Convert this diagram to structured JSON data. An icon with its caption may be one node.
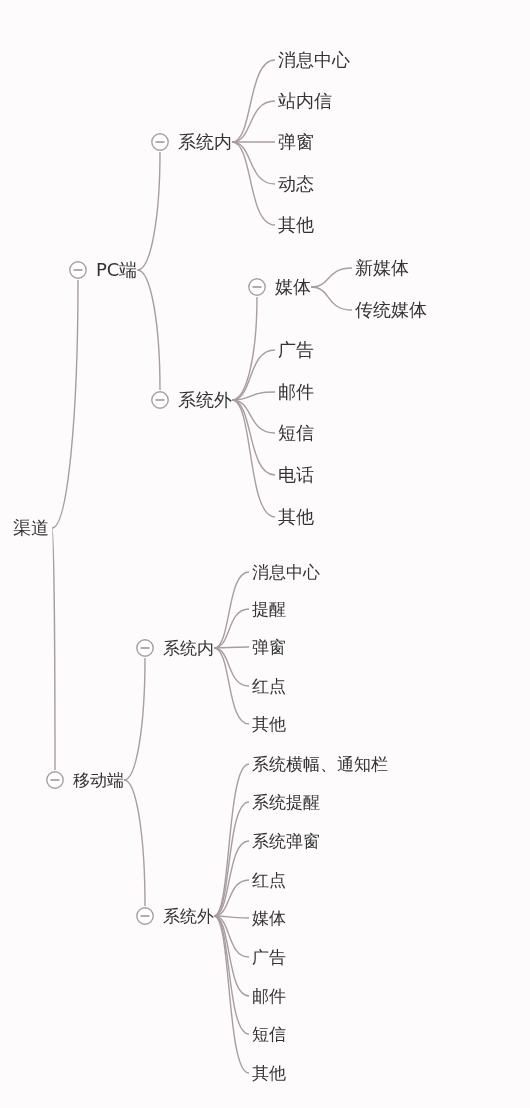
{
  "diagram": {
    "nodes": [
      {
        "text": [
          "渠道"
        ]
      },
      {
        "text": [
          "PC端"
        ]
      },
      {
        "text": [
          "系统内"
        ]
      },
      {
        "text": [
          "消息中心"
        ]
      },
      {
        "text": [
          "站内信"
        ]
      },
      {
        "text": [
          "弹窗"
        ]
      },
      {
        "text": [
          "动态"
        ]
      },
      {
        "text": [
          "其他"
        ]
      },
      {
        "text": [
          "系统外"
        ]
      },
      {
        "text": [
          "媒体"
        ]
      },
      {
        "text": [
          "新媒体"
        ]
      },
      {
        "text": [
          "传统媒体"
        ]
      },
      {
        "text": [
          "广告"
        ]
      },
      {
        "text": [
          "邮件"
        ]
      },
      {
        "text": [
          "短信"
        ]
      },
      {
        "text": [
          "电话"
        ]
      },
      {
        "text": [
          "其他"
        ]
      },
      {
        "text": [
          "移动端"
        ]
      },
      {
        "text": [
          "系统内"
        ]
      },
      {
        "text": [
          "消息中心"
        ]
      },
      {
        "text": [
          "提醒"
        ]
      },
      {
        "text": [
          "弹窗"
        ]
      },
      {
        "text": [
          "红点"
        ]
      },
      {
        "text": [
          "其他"
        ]
      },
      {
        "text": [
          "系统外"
        ]
      },
      {
        "text": [
          "系统横幅、通知栏"
        ]
      },
      {
        "text": [
          "系统提醒"
        ]
      },
      {
        "text": [
          "系统弹窗"
        ]
      },
      {
        "text": [
          "红点"
        ]
      },
      {
        "text": [
          "媒体"
        ]
      },
      {
        "text": [
          "广告"
        ]
      },
      {
        "text": [
          "邮件"
        ]
      },
      {
        "text": [
          "短信"
        ]
      },
      {
        "text": [
          "其他"
        ]
      }
    ],
    "edges": [
      {
        "from": 0,
        "to": 1,
        "arrow": "none"
      },
      {
        "from": 0,
        "to": 17,
        "arrow": "none"
      },
      {
        "from": 1,
        "to": 2,
        "arrow": "none"
      },
      {
        "from": 1,
        "to": 8,
        "arrow": "none"
      },
      {
        "from": 2,
        "to": 3,
        "arrow": "none"
      },
      {
        "from": 2,
        "to": 4,
        "arrow": "none"
      },
      {
        "from": 2,
        "to": 5,
        "arrow": "none"
      },
      {
        "from": 2,
        "to": 6,
        "arrow": "none"
      },
      {
        "from": 2,
        "to": 7,
        "arrow": "none"
      },
      {
        "from": 8,
        "to": 9,
        "arrow": "none"
      },
      {
        "from": 9,
        "to": 10,
        "arrow": "none"
      },
      {
        "from": 9,
        "to": 11,
        "arrow": "none"
      },
      {
        "from": 8,
        "to": 12,
        "arrow": "none"
      },
      {
        "from": 8,
        "to": 13,
        "arrow": "none"
      },
      {
        "from": 8,
        "to": 14,
        "arrow": "none"
      },
      {
        "from": 8,
        "to": 15,
        "arrow": "none"
      },
      {
        "from": 8,
        "to": 16,
        "arrow": "none"
      },
      {
        "from": 17,
        "to": 18,
        "arrow": "none"
      },
      {
        "from": 17,
        "to": 24,
        "arrow": "none"
      },
      {
        "from": 18,
        "to": 19,
        "arrow": "none"
      },
      {
        "from": 18,
        "to": 20,
        "arrow": "none"
      },
      {
        "from": 18,
        "to": 21,
        "arrow": "none"
      },
      {
        "from": 18,
        "to": 22,
        "arrow": "none"
      },
      {
        "from": 18,
        "to": 23,
        "arrow": "none"
      },
      {
        "from": 24,
        "to": 25,
        "arrow": "none"
      },
      {
        "from": 24,
        "to": 26,
        "arrow": "none"
      },
      {
        "from": 24,
        "to": 27,
        "arrow": "none"
      },
      {
        "from": 24,
        "to": 28,
        "arrow": "none"
      },
      {
        "from": 24,
        "to": 29,
        "arrow": "none"
      },
      {
        "from": 24,
        "to": 30,
        "arrow": "none"
      },
      {
        "from": 24,
        "to": 31,
        "arrow": "none"
      },
      {
        "from": 24,
        "to": 32,
        "arrow": "none"
      },
      {
        "from": 24,
        "to": 33,
        "arrow": "none"
      }
    ]
  }
}
